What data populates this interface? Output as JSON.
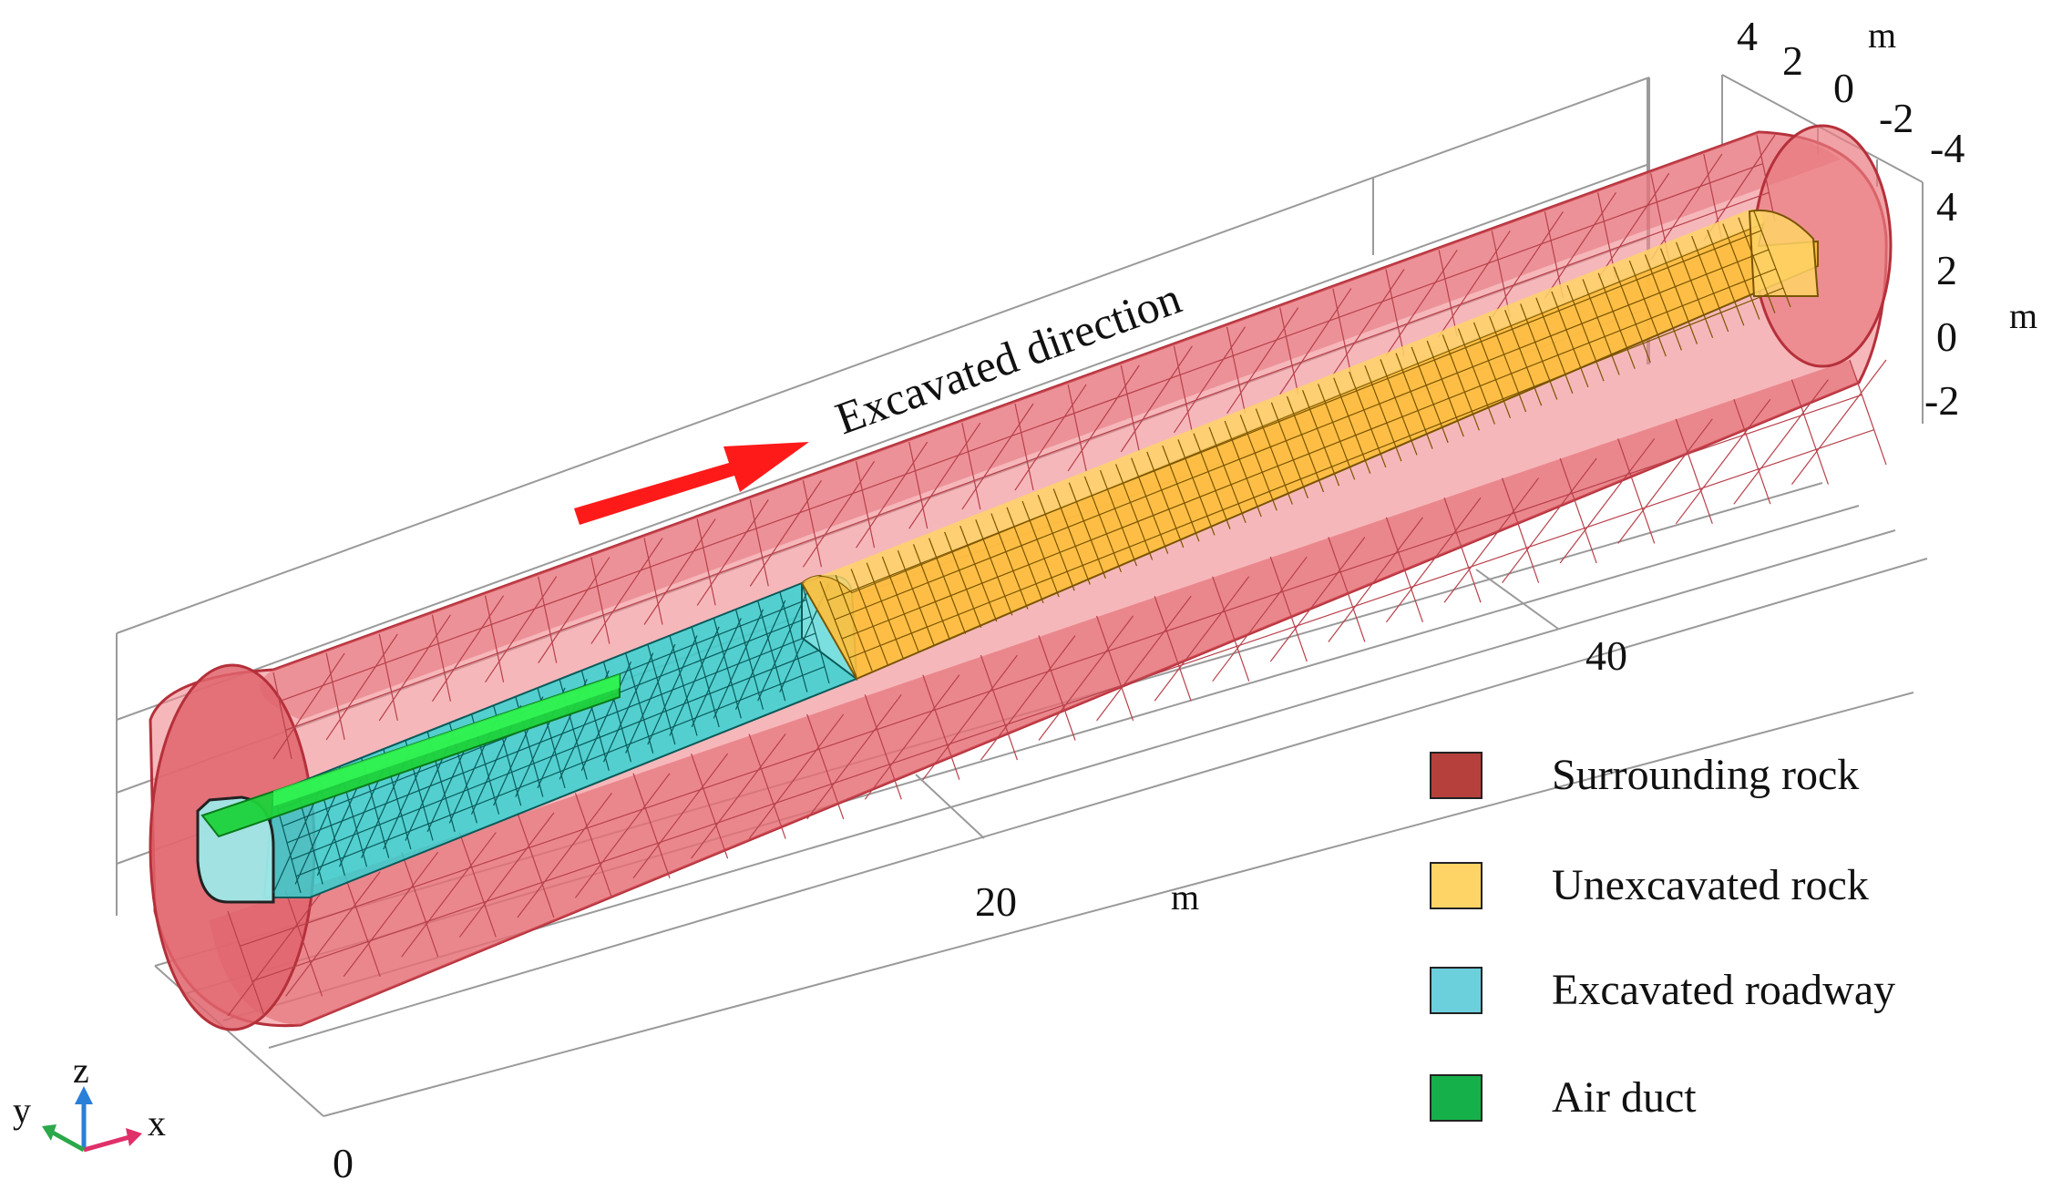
{
  "annotation": {
    "excavated_direction": "Excavated direction",
    "arrow_color": "#ff1a1a"
  },
  "legend": [
    {
      "label": "Surrounding rock",
      "color": "#b5403c"
    },
    {
      "label": "Unexcavated rock",
      "color": "#ffd466"
    },
    {
      "label": "Excavated roadway",
      "color": "#6ccfdc"
    },
    {
      "label": "Air duct",
      "color": "#16b04a"
    }
  ],
  "axes": {
    "x_ticks": [
      "0",
      "20",
      "40"
    ],
    "x_unit": "m",
    "y_ticks": [
      "4",
      "2",
      "0",
      "-2",
      "-4"
    ],
    "y_unit": "m",
    "z_ticks": [
      "4",
      "2",
      "0",
      "-2"
    ],
    "z_unit": "m"
  },
  "triad": {
    "x": "x",
    "y": "y",
    "z": "z"
  },
  "colors": {
    "surrounding_rock_fill": "#f08a8f",
    "surrounding_rock_edge": "#b5303a",
    "unexcavated_fill": "#ffbf3a",
    "excavated_fill": "#2ad4d4",
    "air_duct_fill": "#1ed23a"
  }
}
